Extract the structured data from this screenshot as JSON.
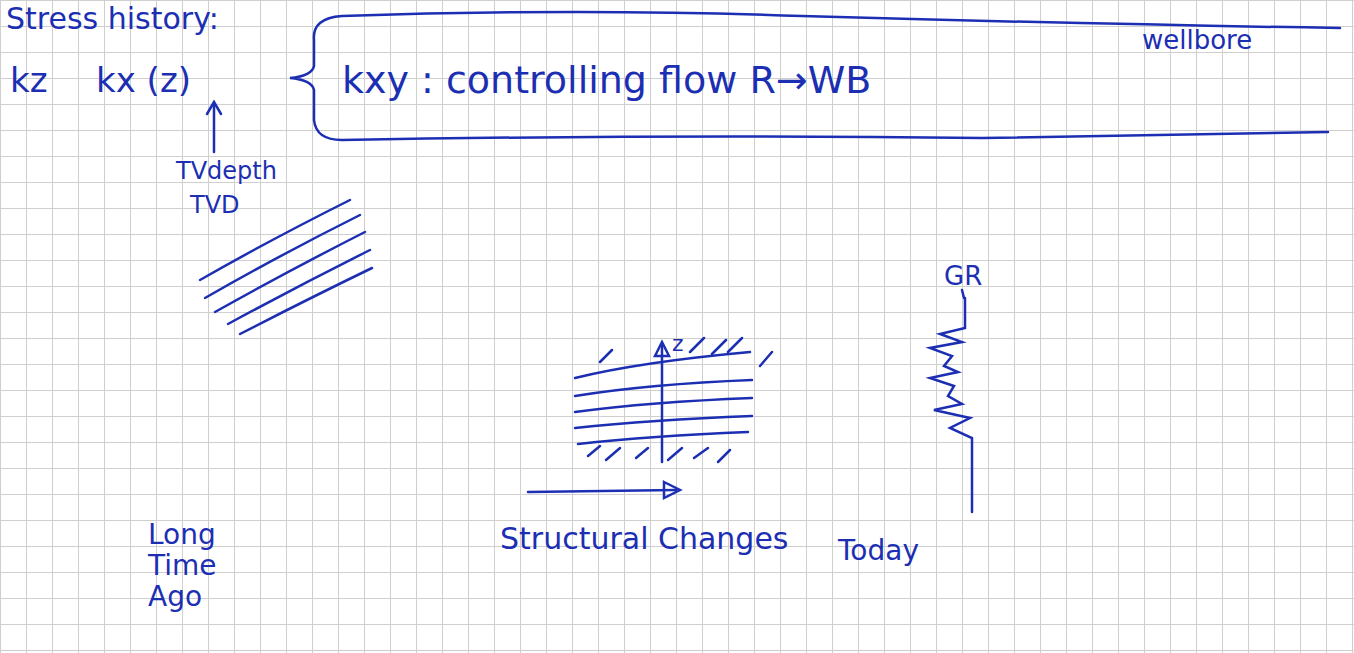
{
  "diagram": {
    "nodes": [
      {
        "text": [
          "wellbore",
          "kxy : controlling flow R→WB"
        ]
      }
    ],
    "labels": [
      "Stress history:",
      "kz",
      "kx (z)",
      "TVdepth",
      "TVD",
      "z",
      "GR",
      "Long Time Ago",
      "Structural Changes",
      "Today"
    ]
  }
}
